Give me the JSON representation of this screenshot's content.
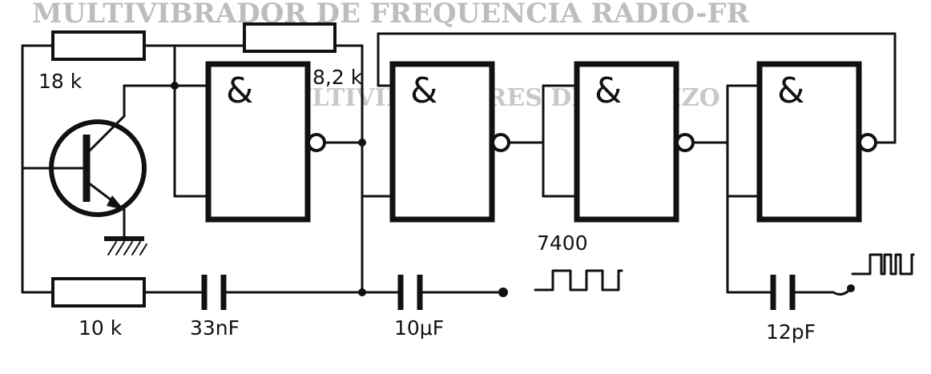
{
  "background_text": {
    "top": "MULTIVIBRADOR DE FREQUENCIA RADIO-FR",
    "middle": "MULTIVIBRADORES DIOCÔMIZO"
  },
  "components": {
    "r1": "18 k",
    "r2": "8,2 k",
    "r3": "10 k",
    "c1": "33nF",
    "c2": "10μF",
    "c3": "12pF",
    "ic": "7400"
  },
  "gates": {
    "symbol": "&"
  },
  "icons": {
    "transistor": "npn-transistor-icon",
    "ground": "ground-icon",
    "waveform": "square-wave-icon"
  }
}
